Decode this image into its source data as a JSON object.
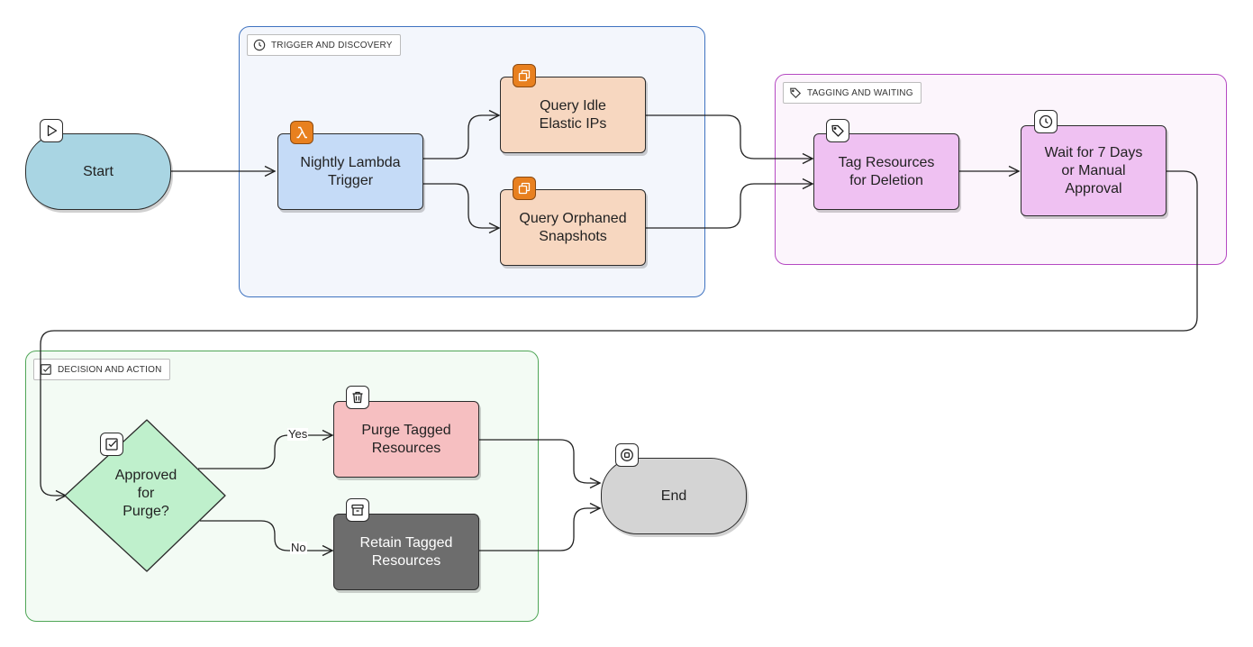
{
  "groups": {
    "trigger": {
      "label": "TRIGGER AND DISCOVERY",
      "icon": "clock-icon"
    },
    "tagging": {
      "label": "TAGGING AND WAITING",
      "icon": "tag-icon"
    },
    "decision": {
      "label": "DECISION AND ACTION",
      "icon": "checkbox-icon"
    }
  },
  "nodes": {
    "start": {
      "label": "Start",
      "icon": "play-icon"
    },
    "lambda": {
      "label_line1": "Nightly Lambda",
      "label_line2": "Trigger",
      "icon": "lambda-icon"
    },
    "query_ips": {
      "label_line1": "Query Idle",
      "label_line2": "Elastic IPs",
      "icon": "ec2-icon"
    },
    "query_snapshots": {
      "label_line1": "Query Orphaned",
      "label_line2": "Snapshots",
      "icon": "ec2-icon"
    },
    "tag": {
      "label_line1": "Tag Resources",
      "label_line2": "for Deletion",
      "icon": "tag-icon"
    },
    "wait": {
      "label_line1": "Wait for 7 Days",
      "label_line2": "or Manual",
      "label_line3": "Approval",
      "icon": "clock-icon"
    },
    "decision": {
      "label_line1": "Approved",
      "label_line2": "for",
      "label_line3": "Purge?",
      "icon": "checkbox-icon"
    },
    "purge": {
      "label_line1": "Purge Tagged",
      "label_line2": "Resources",
      "icon": "trash-icon"
    },
    "retain": {
      "label_line1": "Retain Tagged",
      "label_line2": "Resources",
      "icon": "archive-icon"
    },
    "end": {
      "label": "End",
      "icon": "stop-circle-icon"
    }
  },
  "edges": {
    "yes": "Yes",
    "no": "No"
  },
  "colors": {
    "start_fill": "#a9d5e3",
    "lambda_fill": "#c5dbf7",
    "query_fill": "#f7d7c0",
    "tag_fill": "#efc1f2",
    "decision_fill": "#bff0cc",
    "purge_fill": "#f6bfc1",
    "retain_fill": "#6d6d6d",
    "end_fill": "#d4d4d4",
    "aws_orange": "#e8801f",
    "trigger_border": "#3f73c0",
    "trigger_bg": "#f3f6fc",
    "tagging_border": "#b549c2",
    "tagging_bg": "#fcf5fc",
    "decision_border": "#4fa657",
    "decision_bg": "#f3fbf4"
  }
}
